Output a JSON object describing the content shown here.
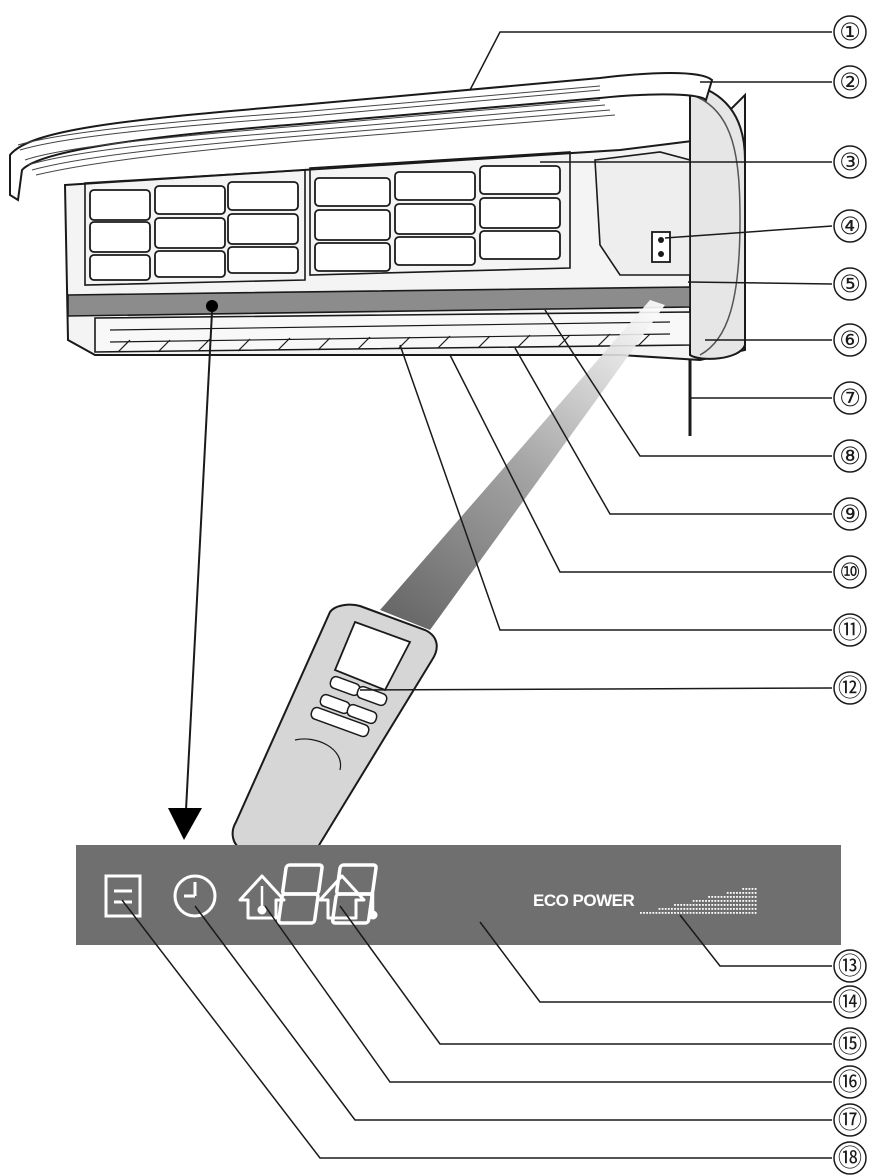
{
  "callouts": [
    {
      "id": 1,
      "label": "①"
    },
    {
      "id": 2,
      "label": "②"
    },
    {
      "id": 3,
      "label": "③"
    },
    {
      "id": 4,
      "label": "④"
    },
    {
      "id": 5,
      "label": "⑤"
    },
    {
      "id": 6,
      "label": "⑥"
    },
    {
      "id": 7,
      "label": "⑦"
    },
    {
      "id": 8,
      "label": "⑧"
    },
    {
      "id": 9,
      "label": "⑨"
    },
    {
      "id": 10,
      "label": "⑩"
    },
    {
      "id": 11,
      "label": "⑪"
    },
    {
      "id": 12,
      "label": "⑫"
    },
    {
      "id": 13,
      "label": "⑬"
    },
    {
      "id": 14,
      "label": "⑭"
    },
    {
      "id": 15,
      "label": "⑮"
    },
    {
      "id": 16,
      "label": "⑯"
    },
    {
      "id": 17,
      "label": "⑰"
    },
    {
      "id": 18,
      "label": "⑱"
    }
  ],
  "display_panel": {
    "digits": "88",
    "eco_label": "ECO POWER",
    "icons": [
      "filter-indicator-icon",
      "timer-clock-icon",
      "indoor-temp-icon",
      "outdoor-temp-icon"
    ]
  },
  "colors": {
    "line": "#1a1a1a",
    "panel": "#6f6f6f",
    "panel_symbol": "#ffffff",
    "unit_shadow": "#9a9a9a"
  }
}
